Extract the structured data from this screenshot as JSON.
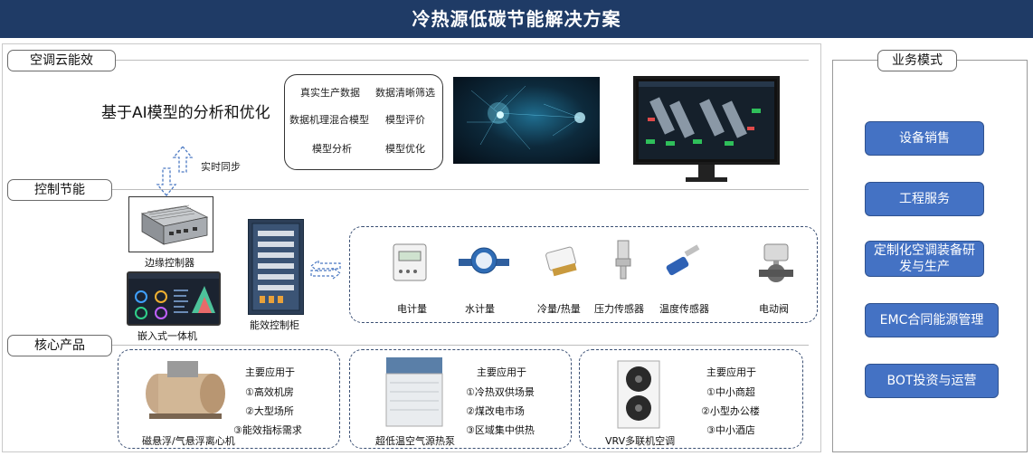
{
  "banner": {
    "title": "冷热源低碳节能解决方案"
  },
  "sections": {
    "cloud": "空调云能效",
    "control": "控制节能",
    "core": "核心产品"
  },
  "ai": {
    "title": "基于AI模型的分析和优化",
    "items": [
      "真实生产数据",
      "数据清晰筛选",
      "数据机理混合模型",
      "模型评价",
      "模型分析",
      "模型优化"
    ],
    "sync_label": "实时同步"
  },
  "control": {
    "edge_controller": "边缘控制器",
    "embedded": "嵌入式一体机",
    "cabinet": "能效控制柜",
    "sensors": [
      "电计量",
      "水计量",
      "冷量/热量",
      "压力传感器",
      "温度传感器",
      "电动阀"
    ]
  },
  "products": [
    {
      "name": "磁悬浮/气悬浮离心机",
      "title": "主要应用于",
      "apps": [
        "①高效机房",
        "②大型场所",
        "③能效指标需求"
      ]
    },
    {
      "name": "超低温空气源热泵",
      "title": "主要应用于",
      "apps": [
        "①冷热双供场景",
        "②煤改电市场",
        "③区域集中供热"
      ]
    },
    {
      "name": "VRV多联机空调",
      "title": "主要应用于",
      "apps": [
        "①中小商超",
        "②小型办公楼",
        "③中小酒店"
      ]
    }
  ],
  "business": {
    "title": "业务模式",
    "items": [
      "设备销售",
      "工程服务",
      "定制化空调装备研发与生产",
      "EMC合同能源管理",
      "BOT投资与运营"
    ]
  },
  "colors": {
    "banner": "#1f3b66",
    "button": "#4472c4",
    "dashed_border": "#3a4f73"
  }
}
